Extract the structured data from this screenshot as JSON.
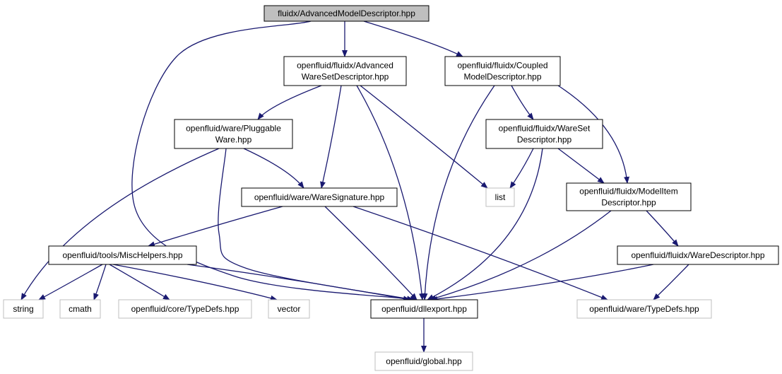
{
  "colors": {
    "edge": "#191970",
    "box_border": "#000000",
    "box_border_external": "#bfbfbf",
    "root_fill": "#bfbfbf",
    "text": "#000000"
  },
  "nodes": [
    {
      "id": "root",
      "lines": [
        "fluidx/AdvancedModelDescriptor.hpp"
      ],
      "style": "root"
    },
    {
      "id": "awsd",
      "lines": [
        "openfluid/fluidx/Advanced",
        "WareSetDescriptor.hpp"
      ],
      "style": "normal"
    },
    {
      "id": "cmd",
      "lines": [
        "openfluid/fluidx/Coupled",
        "ModelDescriptor.hpp"
      ],
      "style": "normal"
    },
    {
      "id": "pw",
      "lines": [
        "openfluid/ware/Pluggable",
        "Ware.hpp"
      ],
      "style": "normal"
    },
    {
      "id": "wsd",
      "lines": [
        "openfluid/fluidx/WareSet",
        "Descriptor.hpp"
      ],
      "style": "normal"
    },
    {
      "id": "ws",
      "lines": [
        "openfluid/ware/WareSignature.hpp"
      ],
      "style": "normal"
    },
    {
      "id": "list",
      "lines": [
        "list"
      ],
      "style": "external"
    },
    {
      "id": "mid",
      "lines": [
        "openfluid/fluidx/ModelItem",
        "Descriptor.hpp"
      ],
      "style": "normal"
    },
    {
      "id": "mh",
      "lines": [
        "openfluid/tools/MiscHelpers.hpp"
      ],
      "style": "normal"
    },
    {
      "id": "wd",
      "lines": [
        "openfluid/fluidx/WareDescriptor.hpp"
      ],
      "style": "normal"
    },
    {
      "id": "string",
      "lines": [
        "string"
      ],
      "style": "external"
    },
    {
      "id": "cmath",
      "lines": [
        "cmath"
      ],
      "style": "external"
    },
    {
      "id": "ctd",
      "lines": [
        "openfluid/core/TypeDefs.hpp"
      ],
      "style": "external"
    },
    {
      "id": "vector",
      "lines": [
        "vector"
      ],
      "style": "external"
    },
    {
      "id": "dll",
      "lines": [
        "openfluid/dllexport.hpp"
      ],
      "style": "normal"
    },
    {
      "id": "wtd",
      "lines": [
        "openfluid/ware/TypeDefs.hpp"
      ],
      "style": "external"
    },
    {
      "id": "global",
      "lines": [
        "openfluid/global.hpp"
      ],
      "style": "external"
    }
  ],
  "edges": [
    [
      "root",
      "awsd"
    ],
    [
      "root",
      "cmd"
    ],
    [
      "root",
      "dll"
    ],
    [
      "awsd",
      "pw"
    ],
    [
      "awsd",
      "ws"
    ],
    [
      "awsd",
      "list"
    ],
    [
      "awsd",
      "dll"
    ],
    [
      "cmd",
      "wsd"
    ],
    [
      "cmd",
      "mid"
    ],
    [
      "cmd",
      "dll"
    ],
    [
      "pw",
      "ws"
    ],
    [
      "pw",
      "string"
    ],
    [
      "pw",
      "dll"
    ],
    [
      "wsd",
      "list"
    ],
    [
      "wsd",
      "mid"
    ],
    [
      "wsd",
      "dll"
    ],
    [
      "ws",
      "mh"
    ],
    [
      "ws",
      "dll"
    ],
    [
      "ws",
      "wtd"
    ],
    [
      "mid",
      "wd"
    ],
    [
      "mid",
      "dll"
    ],
    [
      "mh",
      "string"
    ],
    [
      "mh",
      "cmath"
    ],
    [
      "mh",
      "ctd"
    ],
    [
      "mh",
      "vector"
    ],
    [
      "mh",
      "dll"
    ],
    [
      "wd",
      "dll"
    ],
    [
      "wd",
      "wtd"
    ],
    [
      "dll",
      "global"
    ]
  ]
}
